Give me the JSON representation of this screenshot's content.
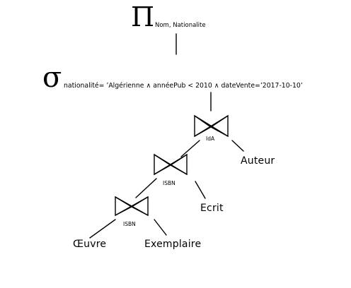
{
  "projection": {
    "symbol": "Π",
    "attributes": "Nom, Nationalite"
  },
  "selection": {
    "symbol": "σ",
    "condition": "nationalité= ’Algérienne ∧ annéePub < 2010 ∧ dateVente=’2017-10-10’"
  },
  "joins": [
    {
      "attribute": "IdA"
    },
    {
      "attribute": "ISBN"
    },
    {
      "attribute": "ISBN"
    }
  ],
  "relations": {
    "auteur": "Auteur",
    "ecrit": "Ecrit",
    "oeuvre": "Œuvre",
    "exemplaire": "Exemplaire"
  }
}
